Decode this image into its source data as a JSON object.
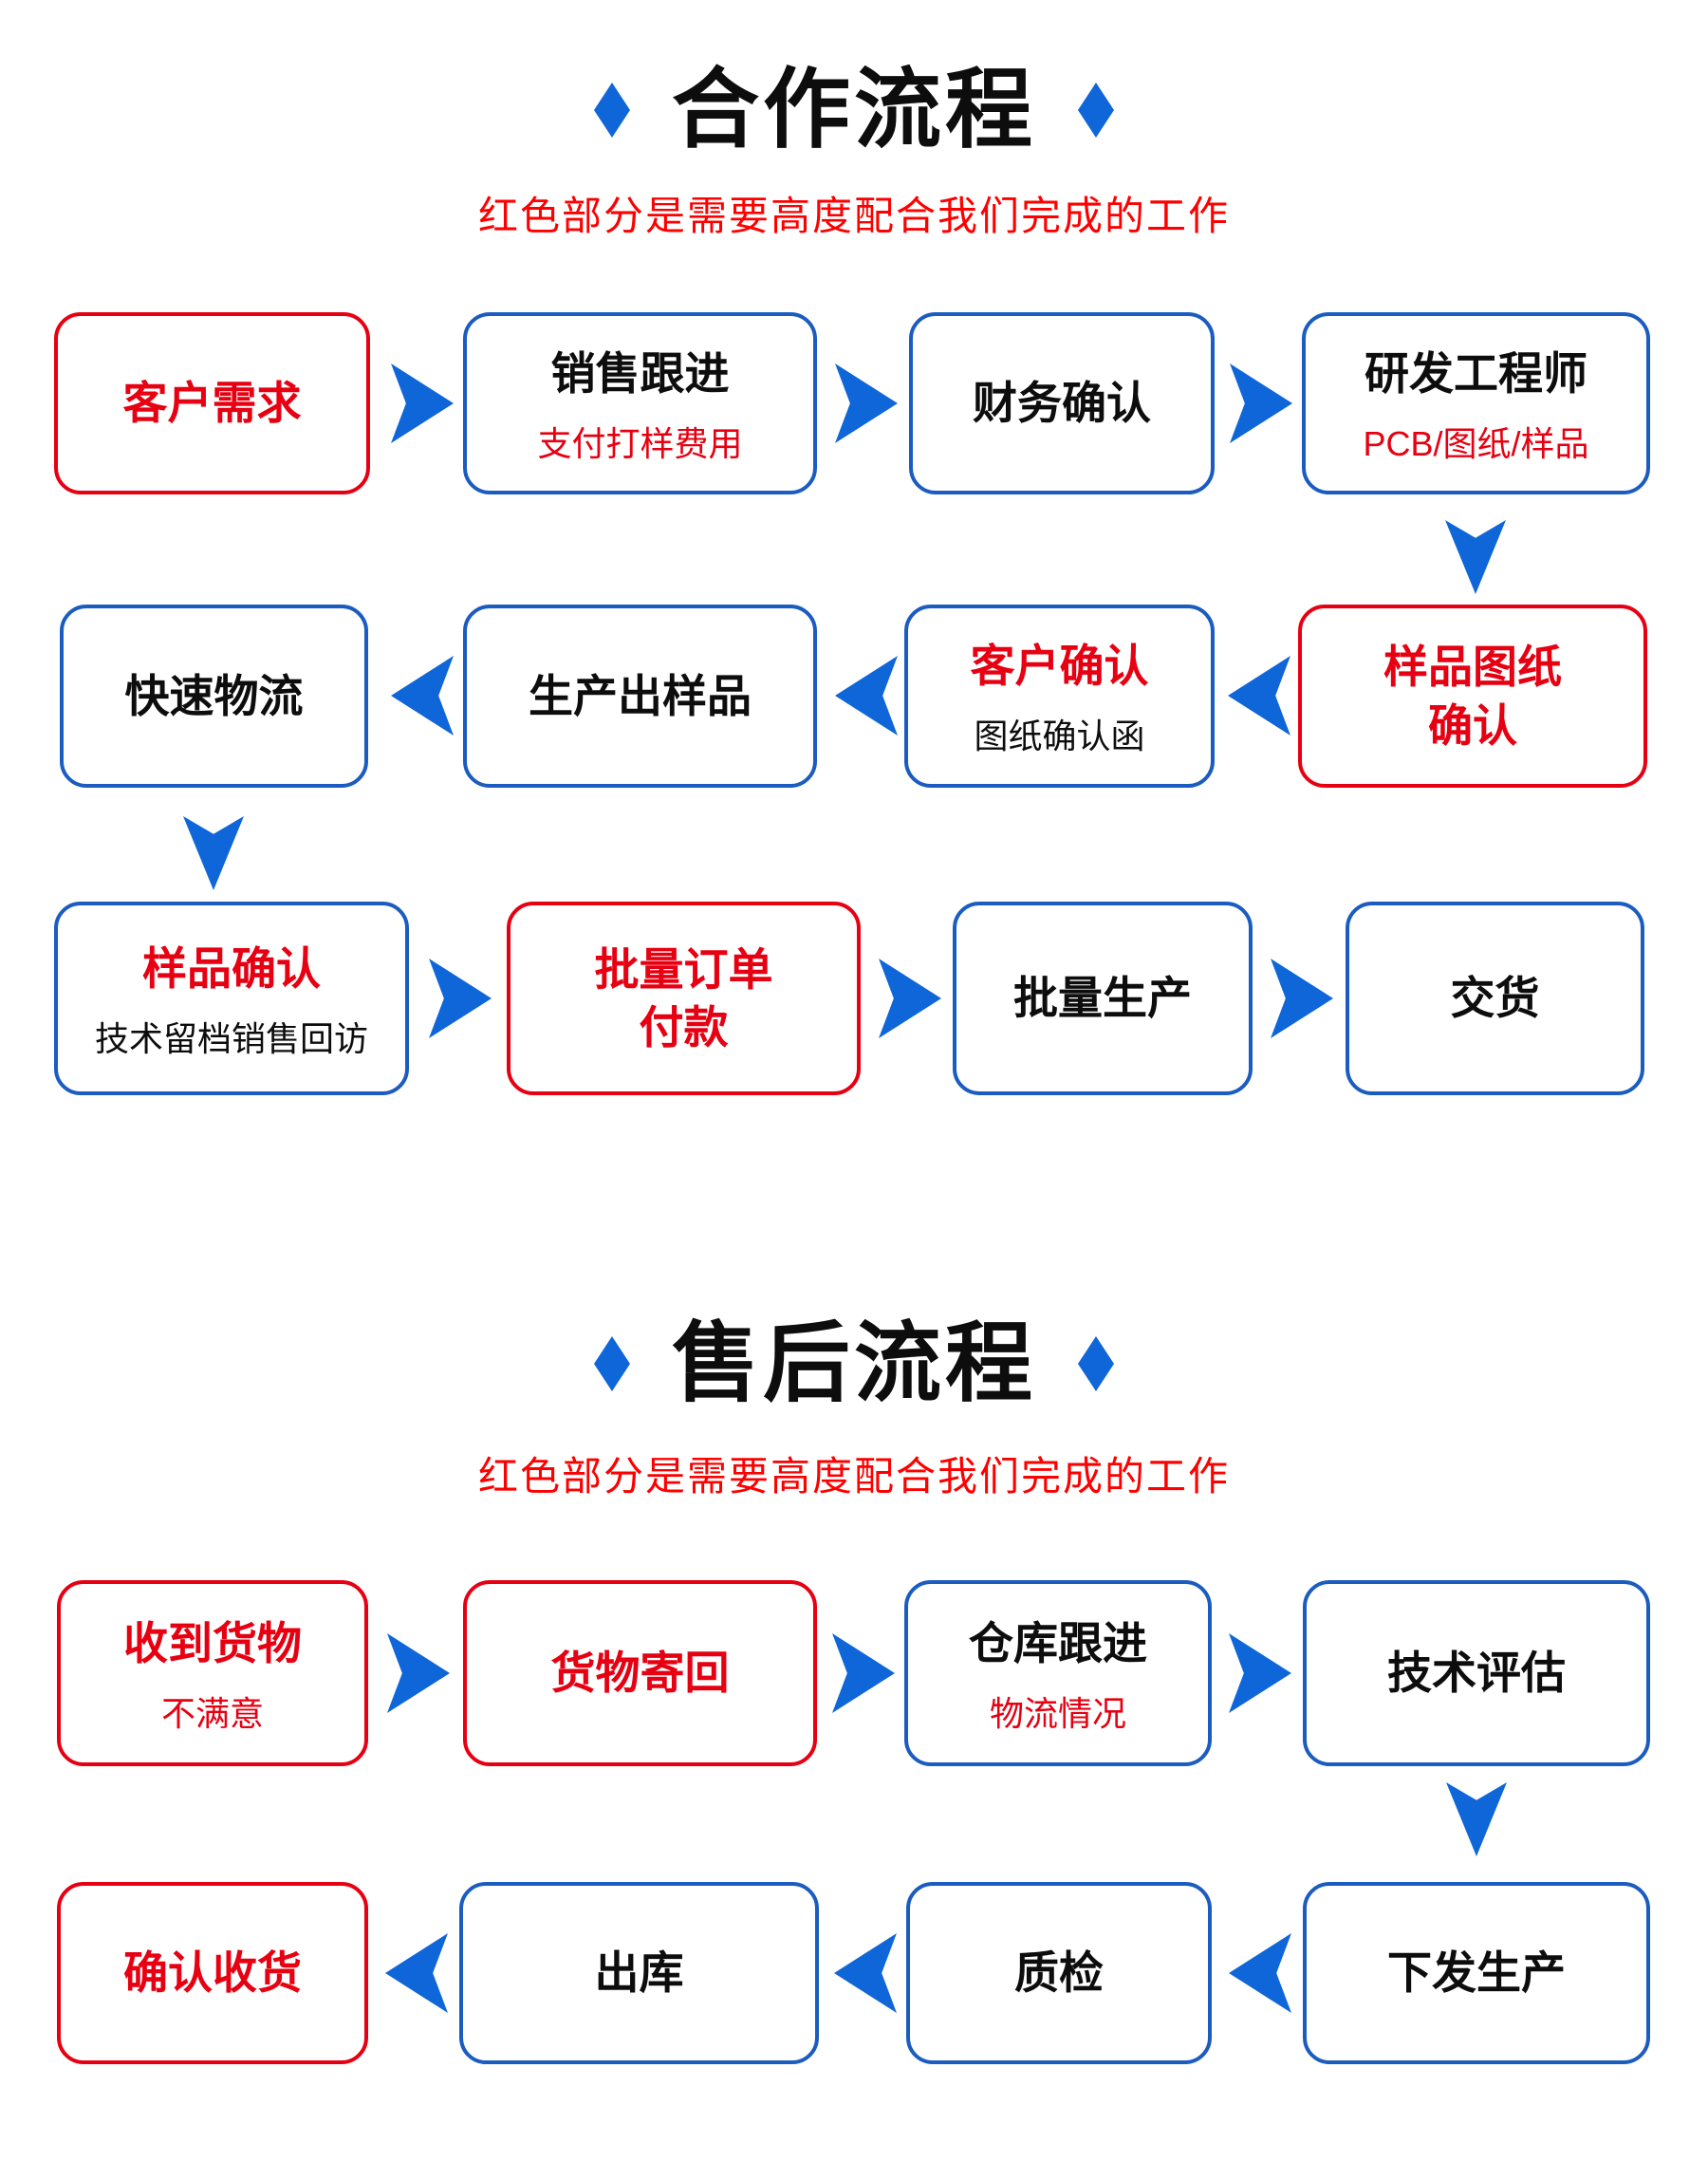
{
  "colors": {
    "accent_blue": "#0f66d8",
    "border_blue": "#1b5cc0",
    "red": "#e60012",
    "subtitle_red": "#fe0000",
    "text_black": "#0d0d0d"
  },
  "sections": [
    {
      "title": "合作流程",
      "subtitle": "红色部分是需要高度配合我们完成的工作",
      "rows": [
        {
          "direction": "right",
          "boxes": [
            {
              "title": "客户需求"
            },
            {
              "title": "销售跟进",
              "subtitle": "支付打样费用"
            },
            {
              "title": "财务确认"
            },
            {
              "title": "研发工程师",
              "subtitle": "PCB/图纸/样品"
            }
          ]
        },
        {
          "direction": "left",
          "boxes": [
            {
              "title": "快速物流"
            },
            {
              "title": "生产出样品"
            },
            {
              "title": "客户确认",
              "subtitle": "图纸确认函"
            },
            {
              "title": "样品图纸\n确认"
            }
          ]
        },
        {
          "direction": "right",
          "boxes": [
            {
              "title": "样品确认",
              "subtitle": "技术留档销售回访"
            },
            {
              "title": "批量订单\n付款"
            },
            {
              "title": "批量生产"
            },
            {
              "title": "交货"
            }
          ]
        }
      ]
    },
    {
      "title": "售后流程",
      "subtitle": "红色部分是需要高度配合我们完成的工作",
      "rows": [
        {
          "direction": "right",
          "boxes": [
            {
              "title": "收到货物",
              "subtitle": "不满意"
            },
            {
              "title": "货物寄回"
            },
            {
              "title": "仓库跟进",
              "subtitle": "物流情况"
            },
            {
              "title": "技术评估"
            }
          ]
        },
        {
          "direction": "left",
          "boxes": [
            {
              "title": "确认收货"
            },
            {
              "title": "出库"
            },
            {
              "title": "质检"
            },
            {
              "title": "下发生产"
            }
          ]
        }
      ]
    }
  ]
}
